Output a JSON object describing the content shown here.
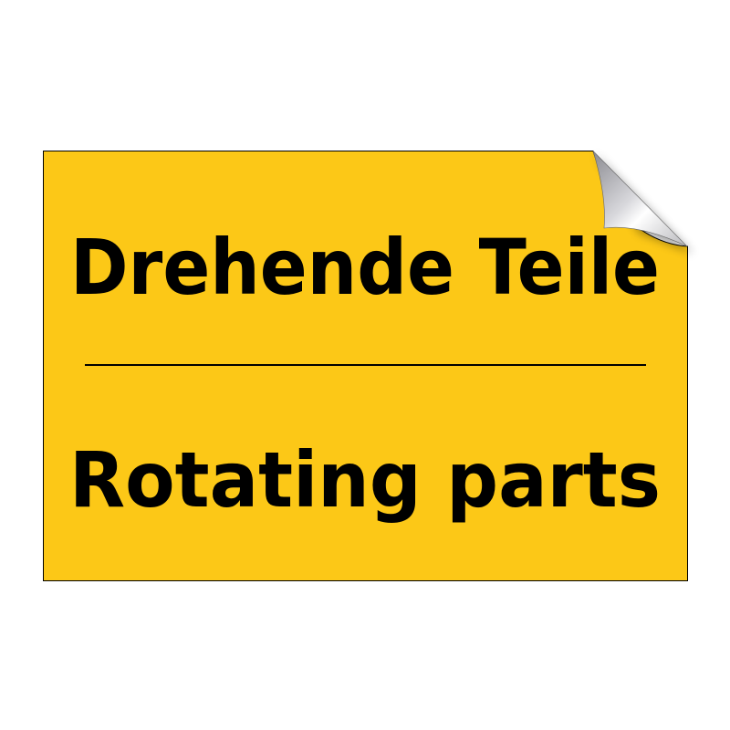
{
  "sign": {
    "line1": "Drehende Teile",
    "line2": "Rotating parts",
    "background_color": "#fcc817",
    "text_color": "#000000",
    "peel_corner": "top-right"
  }
}
